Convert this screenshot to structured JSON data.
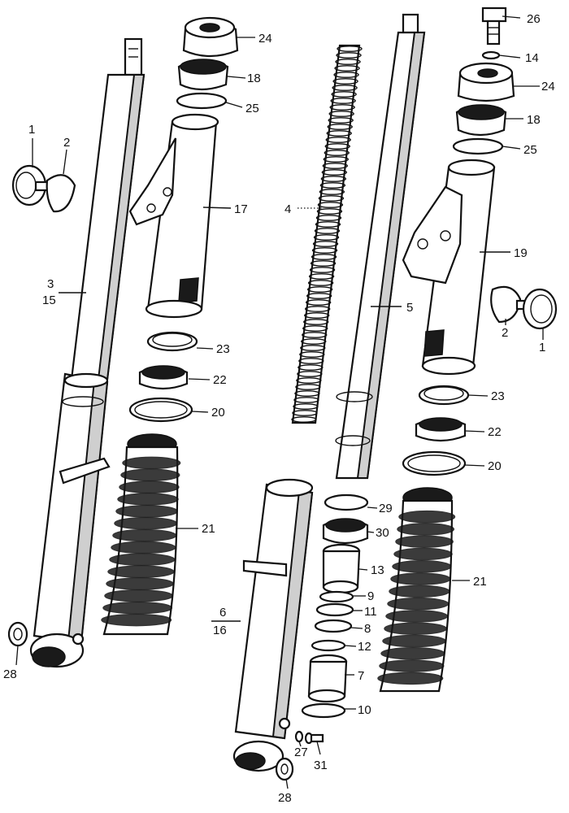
{
  "callouts": [
    {
      "id": "c26a",
      "text": "26"
    },
    {
      "id": "c24a",
      "text": "24"
    },
    {
      "id": "c14",
      "text": "14"
    },
    {
      "id": "c18a",
      "text": "18"
    },
    {
      "id": "c24b",
      "text": "24"
    },
    {
      "id": "c25a",
      "text": "25"
    },
    {
      "id": "c18b",
      "text": "18"
    },
    {
      "id": "c25b",
      "text": "25"
    },
    {
      "id": "c1a",
      "text": "1"
    },
    {
      "id": "c2a",
      "text": "2"
    },
    {
      "id": "c17",
      "text": "17"
    },
    {
      "id": "c4",
      "text": "4"
    },
    {
      "id": "c19",
      "text": "19"
    },
    {
      "id": "c3",
      "text": "3"
    },
    {
      "id": "c15",
      "text": "15"
    },
    {
      "id": "c5",
      "text": "5"
    },
    {
      "id": "c2b",
      "text": "2"
    },
    {
      "id": "c1b",
      "text": "1"
    },
    {
      "id": "c23a",
      "text": "23"
    },
    {
      "id": "c22a",
      "text": "22"
    },
    {
      "id": "c20a",
      "text": "20"
    },
    {
      "id": "c23b",
      "text": "23"
    },
    {
      "id": "c22b",
      "text": "22"
    },
    {
      "id": "c20b",
      "text": "20"
    },
    {
      "id": "c21a",
      "text": "21"
    },
    {
      "id": "c29",
      "text": "29"
    },
    {
      "id": "c30",
      "text": "30"
    },
    {
      "id": "c13",
      "text": "13"
    },
    {
      "id": "c21b",
      "text": "21"
    },
    {
      "id": "c9",
      "text": "9"
    },
    {
      "id": "c11",
      "text": "11"
    },
    {
      "id": "c6",
      "text": "6"
    },
    {
      "id": "c16",
      "text": "16"
    },
    {
      "id": "c8",
      "text": "8"
    },
    {
      "id": "c12",
      "text": "12"
    },
    {
      "id": "c7",
      "text": "7"
    },
    {
      "id": "c10",
      "text": "10"
    },
    {
      "id": "c28a",
      "text": "28"
    },
    {
      "id": "c27",
      "text": "27"
    },
    {
      "id": "c31",
      "text": "31"
    },
    {
      "id": "c28b",
      "text": "28"
    }
  ]
}
